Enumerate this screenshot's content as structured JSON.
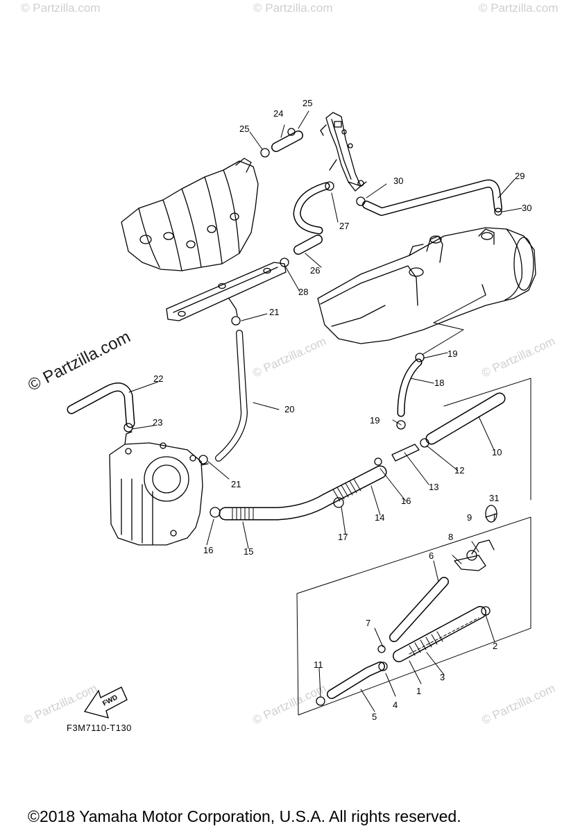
{
  "watermark": {
    "small_text": "© Partzilla.com",
    "large_text": "© Partzilla.com"
  },
  "drawing_code": "F3M7110-T130",
  "fwd_label": "FWD",
  "copyright": "©2018  Yamaha Motor Corporation, U.S.A. All rights reserved.",
  "callouts": [
    "1",
    "2",
    "3",
    "4",
    "5",
    "6",
    "7",
    "8",
    "9",
    "10",
    "11",
    "12",
    "13",
    "14",
    "15",
    "16",
    "16",
    "17",
    "18",
    "19",
    "19",
    "20",
    "21",
    "21",
    "22",
    "23",
    "24",
    "25",
    "25",
    "26",
    "27",
    "28",
    "29",
    "30",
    "30",
    "31"
  ],
  "colors": {
    "line": "#000000",
    "watermark": "#cfcfcf",
    "background": "#ffffff"
  }
}
